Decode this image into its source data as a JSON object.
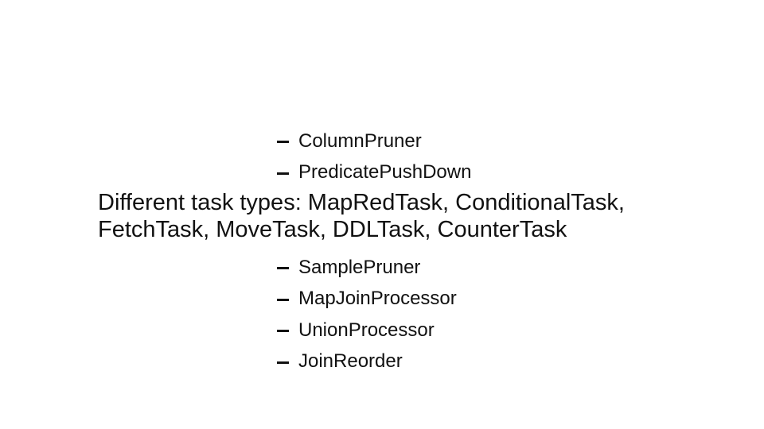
{
  "slide": {
    "sub_items_top": [
      "ColumnPruner",
      "PredicatePushDown"
    ],
    "main_text_line1": "Different task types: MapRedTask, ConditionalTask,",
    "main_text_line2": "FetchTask, MoveTask, DDLTask, CounterTask",
    "sub_items_bottom": [
      "SamplePruner",
      "MapJoinProcessor",
      "UnionProcessor",
      "JoinReorder"
    ]
  }
}
